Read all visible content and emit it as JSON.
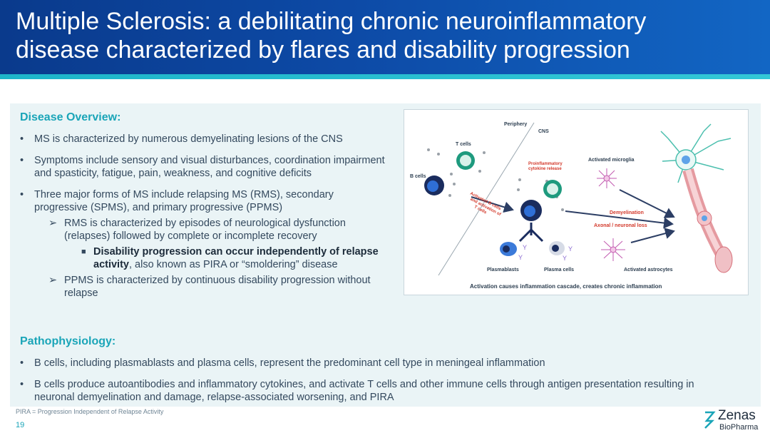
{
  "slide": {
    "title_line1": "Multiple Sclerosis: a debilitating chronic neuroinflammatory",
    "title_line2": "disease characterized by flares and disability progression",
    "page_number": "19"
  },
  "overview": {
    "heading": "Disease Overview:",
    "items": [
      "MS is characterized by numerous demyelinating lesions of the CNS",
      "Symptoms include sensory and visual disturbances, coordination impairment and spasticity, fatigue, pain, weakness, and cognitive deficits",
      "Three major forms of MS include relapsing MS (RMS), secondary progressive (SPMS), and primary progressive (PPMS)"
    ],
    "sub1": "RMS is characterized by episodes of neurological dysfunction (relapses) followed by complete or incomplete recovery",
    "sub1_detail_bold": "Disability progression can occur independently of relapse activity",
    "sub1_detail_rest": ", also known as PIRA or “smoldering” disease",
    "sub2": "PPMS is characterized by continuous disability progression without relapse",
    "arrow_marker": "➢",
    "square_marker": "■"
  },
  "pathophysiology": {
    "heading": "Pathophysiology:",
    "items": [
      "B cells, including plasmablasts and plasma cells, represent the predominant cell type in meningeal inflammation",
      "B cells produce autoantibodies and inflammatory cytokines, and activate T cells and other immune cells through antigen presentation resulting in neuronal demyelination and damage, relapse-associated worsening, and PIRA"
    ]
  },
  "figure": {
    "label_periphery": "Periphery",
    "label_cns": "CNS",
    "label_t_cells": "T cells",
    "label_b_cells": "B cells",
    "label_cytokine_1": "Proinflammatory",
    "label_cytokine_2": "cytokine release",
    "label_activated_1": "Activated B cells",
    "label_activated_2": "and activation of",
    "label_activated_3": "T cells",
    "label_microglia": "Activated microglia",
    "label_demyelination": "Demyelination",
    "label_axonal": "Axonal / neuronal loss",
    "label_plasmablasts": "Plasmablasts",
    "label_plasma_cells": "Plasma cells",
    "label_astrocytes": "Activated astrocytes",
    "caption": "Activation causes inflammation cascade, creates chronic inflammation"
  },
  "footer": {
    "footnote": "PIRA = Progression Independent of Relapse Activity"
  },
  "logo": {
    "name": "Zenas",
    "sub": "BioPharma"
  },
  "colors": {
    "header_blue": "#0d4aa6",
    "accent_teal": "#1aa5b8",
    "panel_bg": "#eaf4f6",
    "label_red": "#d33a2c"
  }
}
